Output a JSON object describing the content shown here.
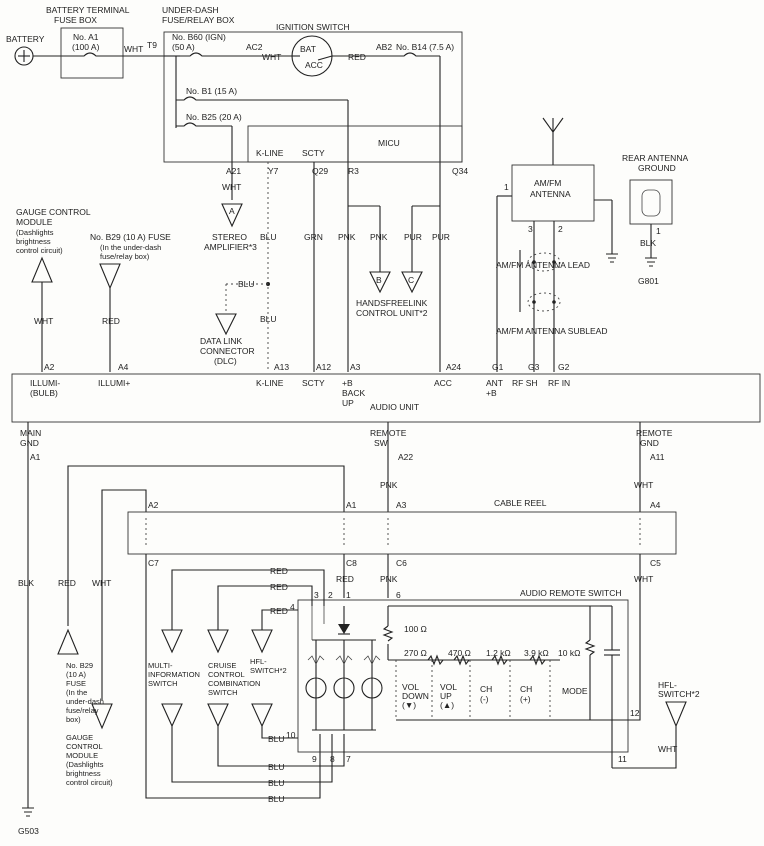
{
  "labels": {
    "battery": "BATTERY",
    "batt_fuse_box": "BATTERY TERMINAL",
    "batt_fuse_box2": "FUSE BOX",
    "fuse_a1": "No. A1",
    "fuse_a1_amp": "(100 A)",
    "wht": "WHT",
    "t9": "T9",
    "underdash_box": "UNDER-DASH",
    "underdash_box2": "FUSE/RELAY BOX",
    "fuse_b60": "No. B60 (IGN)",
    "fuse_b60_amp": "(50 A)",
    "ac2": "AC2",
    "ign_switch": "IGNITION SWITCH",
    "bat": "BAT",
    "acc": "ACC",
    "ab2": "AB2",
    "red": "RED",
    "fuse_b14": "No. B14 (7.5 A)",
    "fuse_b1": "No. B1 (15 A)",
    "fuse_b25": "No. B25 (20 A)",
    "micu": "MICU",
    "a21": "A21",
    "kline": "K-LINE",
    "y7": "Y7",
    "scty": "SCTY",
    "q29": "Q29",
    "r3": "R3",
    "q34": "Q34",
    "amfm_ant": "AM/FM",
    "amfm_ant2": "ANTENNA",
    "rear_ant": "REAR ANTENNA",
    "rear_ant2": "GROUND",
    "blk": "BLK",
    "g801": "G801",
    "pin1": "1",
    "pin2": "2",
    "pin3": "3",
    "ant_lead": "AM/FM ANTENNA LEAD",
    "ant_sublead": "AM/FM ANTENNA SUBLEAD",
    "gauge_ctrl": "GAUGE CONTROL",
    "gauge_ctrl2": "MODULE",
    "gauge_ctrl3": "(Dashlights",
    "gauge_ctrl4": "brightness",
    "gauge_ctrl5": "control circuit)",
    "b29_fuse": "No. B29 (10 A) FUSE",
    "b29_fuse2": "(In the under-dash",
    "b29_fuse3": "fuse/relay box)",
    "stereo_amp": "STEREO",
    "stereo_amp2": "AMPLIFIER*3",
    "conn_a": "A",
    "conn_b": "B",
    "conn_c": "C",
    "blu": "BLU",
    "grn": "GRN",
    "pnk": "PNK",
    "pur": "PUR",
    "handsfree": "HANDSFREELINK",
    "handsfree2": "CONTROL UNIT*2",
    "dlc": "DATA LINK",
    "dlc2": "CONNECTOR",
    "dlc3": "(DLC)",
    "a2": "A2",
    "a4": "A4",
    "a13": "A13",
    "a12": "A12",
    "a3": "A3",
    "a24": "A24",
    "g1": "G1",
    "g3": "G3",
    "g2": "G2",
    "illumi_bulb": "ILLUMI-",
    "illumi_bulb2": "(BULB)",
    "illumi_plus": "ILLUMI+",
    "plus_b_backup": "+B",
    "plus_b_backup2": "BACK",
    "plus_b_backup3": "UP",
    "ant_plus_b": "ANT",
    "ant_plus_b2": "+B",
    "rf_sh": "RF SH",
    "rf_in": "RF IN",
    "audio_unit": "AUDIO UNIT",
    "main_gnd": "MAIN",
    "main_gnd2": "GND",
    "remote_sw": "REMOTE",
    "remote_sw2": "SW",
    "remote_gnd": "REMOTE",
    "remote_gnd2": "GND",
    "a1": "A1",
    "a22": "A22",
    "a11": "A11",
    "cable_reel": "CABLE REEL",
    "c7": "C7",
    "c8": "C8",
    "c6": "C6",
    "c5": "C5",
    "audio_remote_sw": "AUDIO REMOTE SWITCH",
    "pin4": "4",
    "pin6": "6",
    "pin7": "7",
    "pin8": "8",
    "pin9": "9",
    "pin10": "10",
    "pin11": "11",
    "pin12": "12",
    "r100": "100 Ω",
    "r270": "270 Ω",
    "r470": "470 Ω",
    "r1k2": "1.2 kΩ",
    "r3k9": "3.9 kΩ",
    "r10k": "10 kΩ",
    "vol_down": "VOL",
    "vol_down2": "DOWN",
    "vol_down3": "(▼)",
    "vol_up": "VOL",
    "vol_up2": "UP",
    "vol_up3": "(▲)",
    "ch_minus": "CH",
    "ch_minus2": "(-)",
    "ch_plus": "CH",
    "ch_plus2": "(+)",
    "mode": "MODE",
    "multi_info": "MULTI-",
    "multi_info2": "INFORMATION",
    "multi_info3": "SWITCH",
    "cruise": "CRUISE",
    "cruise2": "CONTROL",
    "cruise3": "COMBINATION",
    "cruise4": "SWITCH",
    "hfl_sw": "HFL-",
    "hfl_sw2": "SWITCH*2",
    "b29_l1": "No. B29",
    "b29_l2": "(10 A)",
    "b29_l3": "FUSE",
    "b29_l4": "(In the",
    "b29_l5": "under-dash",
    "b29_l6": "fuse/relay",
    "b29_l7": "box)",
    "gauge_l1": "GAUGE",
    "gauge_l2": "CONTROL",
    "gauge_l3": "MODULE",
    "gauge_l4": "(Dashlights",
    "gauge_l5": "brightness",
    "gauge_l6": "control circuit)",
    "g503": "G503"
  }
}
